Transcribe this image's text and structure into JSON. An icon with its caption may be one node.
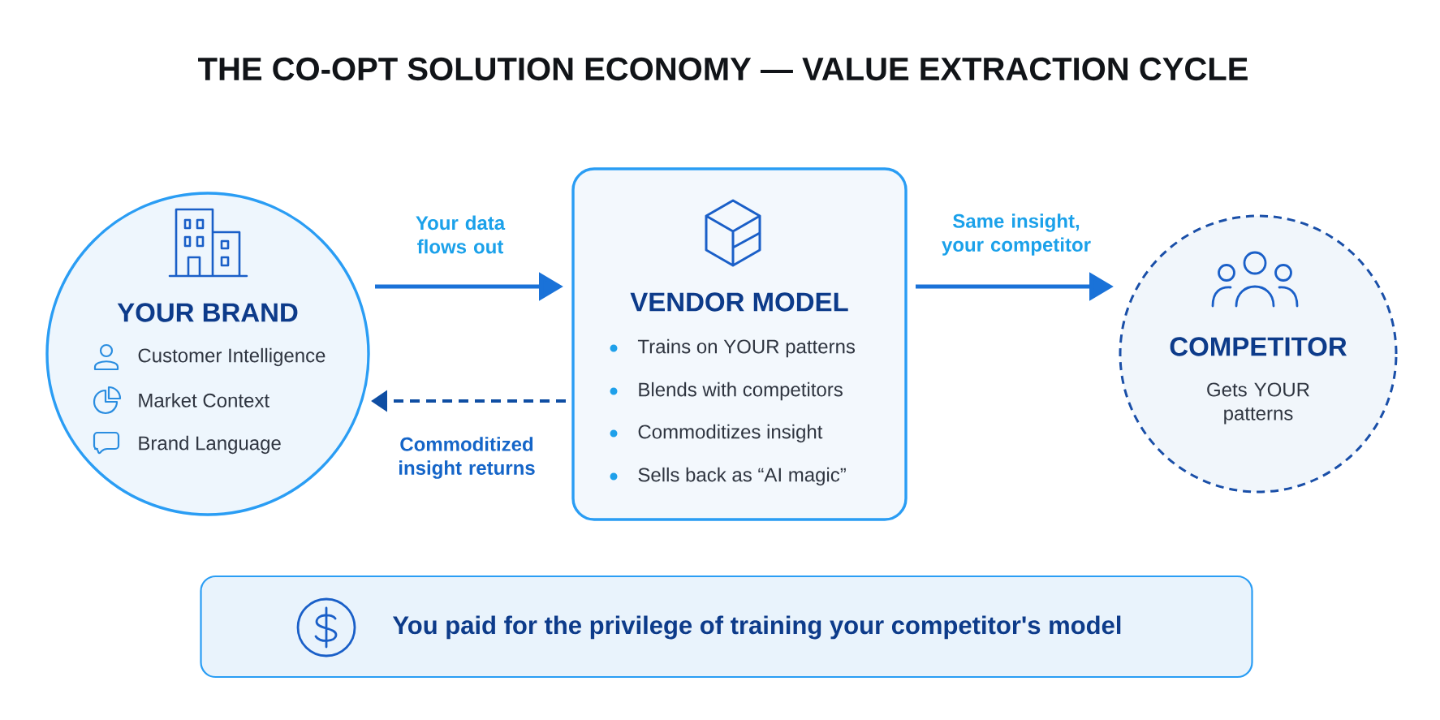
{
  "diagram": {
    "title": "THE CO-OPT SOLUTION ECONOMY — VALUE EXTRACTION CYCLE",
    "nodes": [
      {
        "text": [
          "YOUR BRAND",
          "Customer Intelligence",
          "Market Context",
          "Brand Language"
        ]
      },
      {
        "text": [
          "VENDOR MODEL",
          "Trains on YOUR patterns",
          "Blends with competitors",
          "Commoditizes insight",
          "Sells back as “AI magic”"
        ]
      },
      {
        "text": [
          "COMPETITOR",
          "Gets YOUR patterns"
        ]
      },
      {
        "text": [
          "You paid for the privilege of training your competitor's model"
        ]
      }
    ],
    "edges": [
      {
        "from": 0,
        "to": 1,
        "arrow": "to",
        "label": "Your data flows out"
      },
      {
        "from": 1,
        "to": 0,
        "arrow": "to",
        "label": "Commoditized insight returns",
        "style": "dashed",
        "color": "#0f4ea3"
      },
      {
        "from": 1,
        "to": 2,
        "arrow": "to",
        "label": "Same insight, your competitor"
      }
    ]
  }
}
